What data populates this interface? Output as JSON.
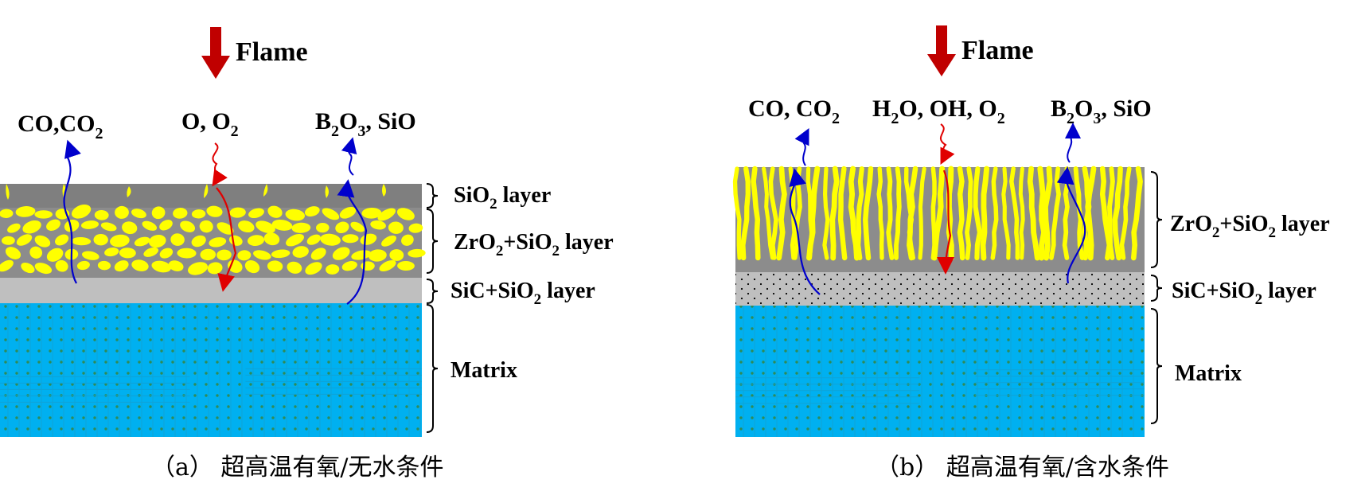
{
  "panels": [
    {
      "flame": "Flame",
      "species": [
        {
          "pre": "CO,CO",
          "sub": "2",
          "post": ""
        },
        {
          "pre": "O, O",
          "sub": "2",
          "post": ""
        },
        {
          "pre": "B",
          "sub": "2",
          "mid": "O",
          "sub2": "3",
          "post": ", SiO"
        }
      ],
      "layers": [
        {
          "pre": "SiO",
          "sub": "2",
          "post": " layer"
        },
        {
          "pre": "ZrO",
          "sub": "2",
          "mid": "+SiO",
          "sub2": "2",
          "post": " layer"
        },
        {
          "pre": "SiC+SiO",
          "sub": "2",
          "post": " layer"
        },
        {
          "pre": "Matrix"
        }
      ],
      "caption": "（a）  超高温有氧/无水条件"
    },
    {
      "flame": "Flame",
      "species": [
        {
          "pre": "CO, CO",
          "sub": "2",
          "post": ""
        },
        {
          "pre": "H",
          "sub": "2",
          "mid": "O, OH, O",
          "sub2": "2",
          "post": ""
        },
        {
          "pre": "B",
          "sub": "2",
          "mid": "O",
          "sub2": "3",
          "post": ", SiO"
        }
      ],
      "layers": [
        {
          "pre": "ZrO",
          "sub": "2",
          "mid": "+SiO",
          "sub2": "2",
          "post": " layer"
        },
        {
          "pre": "SiC+SiO",
          "sub": "2",
          "post": " layer"
        },
        {
          "pre": "Matrix"
        }
      ],
      "caption": "（b）  超高温有氧/含水条件"
    }
  ],
  "colors": {
    "flame_arrow": "#c00000",
    "oxygen_arrow": "#e00000",
    "escape_arrow": "#0000cc",
    "sio2_layer": "#7f7f7f",
    "zro2_particle": "#ffff00",
    "sic_layer": "#bfbfbf",
    "matrix": "#00b0f0",
    "matrix_dot": "#2e8b57"
  }
}
